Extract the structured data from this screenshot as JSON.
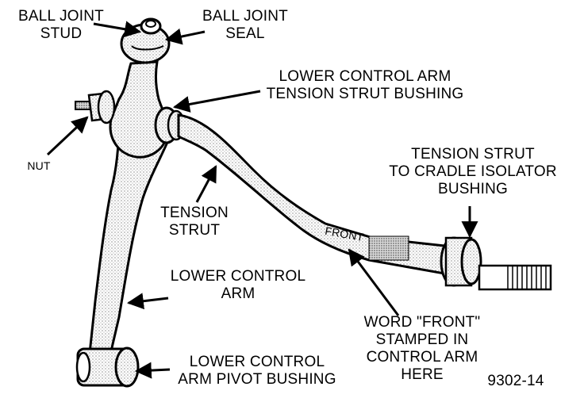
{
  "labels": {
    "ball_joint_stud": [
      "BALL JOINT",
      "STUD"
    ],
    "ball_joint_seal": [
      "BALL JOINT",
      "SEAL"
    ],
    "strut_bushing": [
      "LOWER CONTROL ARM",
      "TENSION STRUT BUSHING"
    ],
    "nut": "NUT",
    "isolator_bushing": [
      "TENSION STRUT",
      "TO CRADLE ISOLATOR",
      "BUSHING"
    ],
    "tension_strut": [
      "TENSION",
      "STRUT"
    ],
    "front_stamp": "FRONT",
    "lower_control_arm": [
      "LOWER CONTROL",
      "ARM"
    ],
    "word_front": [
      "WORD \"FRONT\"",
      "STAMPED IN",
      "CONTROL ARM",
      "HERE"
    ],
    "pivot_bushing": [
      "LOWER CONTROL",
      "ARM PIVOT BUSHING"
    ],
    "figure_number": "9302-14"
  }
}
